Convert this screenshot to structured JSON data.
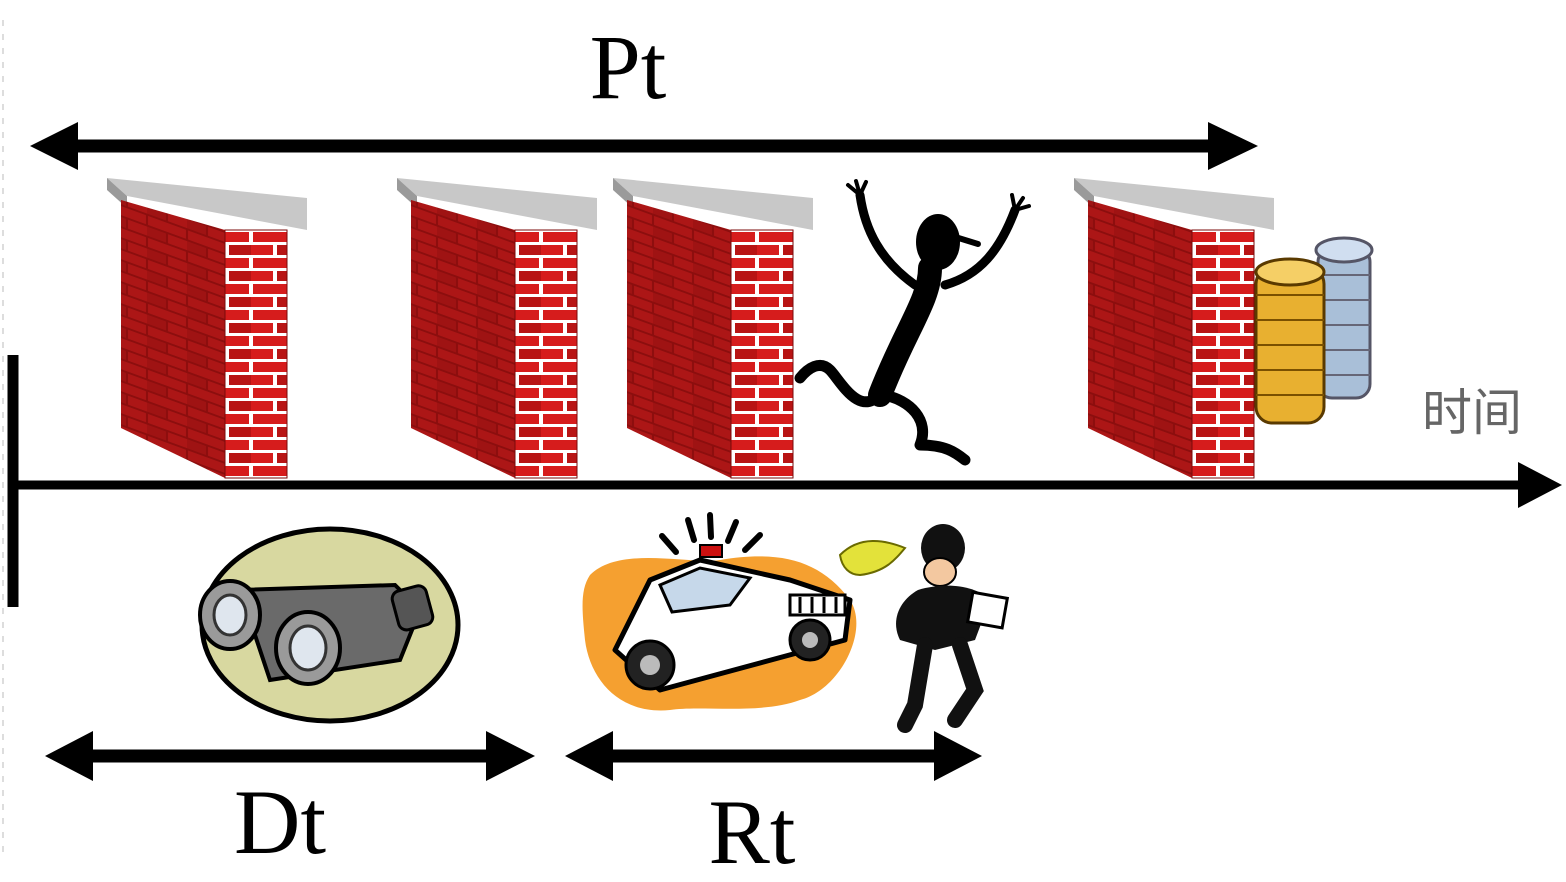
{
  "labels": {
    "pt": "Pt",
    "dt": "Dt",
    "rt": "Rt",
    "time_axis": "时间"
  },
  "colors": {
    "brick_red": "#d61c1c",
    "brick_dark": "#8a0c0c",
    "mortar": "#ffffff",
    "wall_cap": "#c8c8c8",
    "coin_gold": "#e8b030",
    "coin_silver": "#a9bfd8",
    "burst_orange": "#f5a030",
    "binocular_bg": "#d8d8a0"
  },
  "icons": [
    "brick-wall-icon",
    "running-thief-icon",
    "coin-stack-icon",
    "binoculars-icon",
    "police-car-icon",
    "policeman-whistle-icon"
  ]
}
